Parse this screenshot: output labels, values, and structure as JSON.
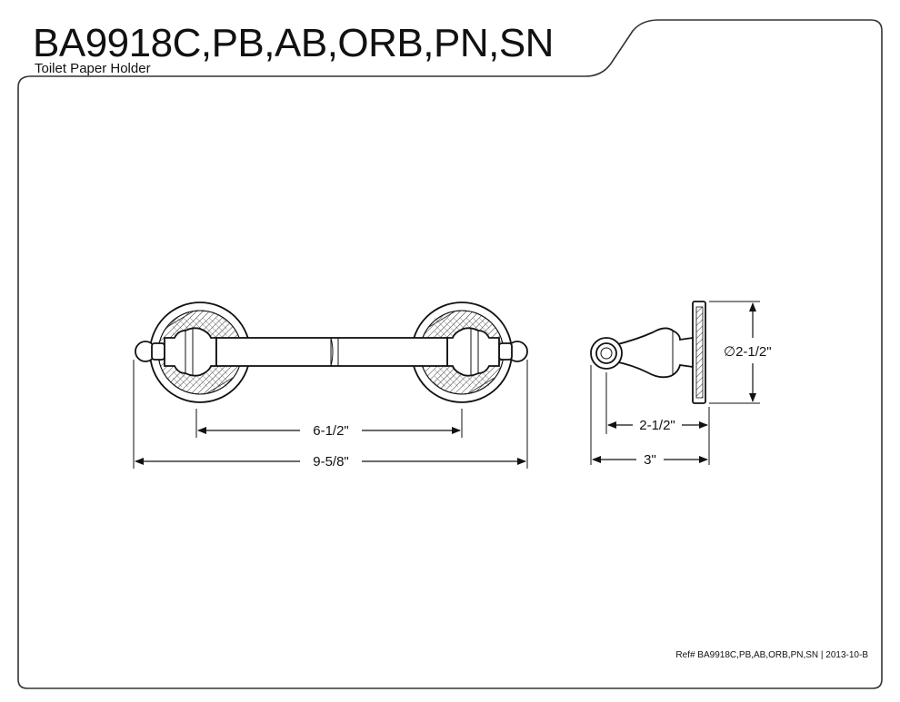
{
  "header": {
    "model": "BA9918C,PB,AB,ORB,PN,SN",
    "product": "Toilet Paper Holder"
  },
  "dimensions": {
    "bar_inner": "6-1/2\"",
    "overall_length": "9-5/8\"",
    "projection_to_bar": "2-1/2\"",
    "projection_total": "3\"",
    "flange_diameter": "∅2-1/2\""
  },
  "footer": {
    "reference": "Ref# BA9918C,PB,AB,ORB,PN,SN | 2013-10-B"
  }
}
